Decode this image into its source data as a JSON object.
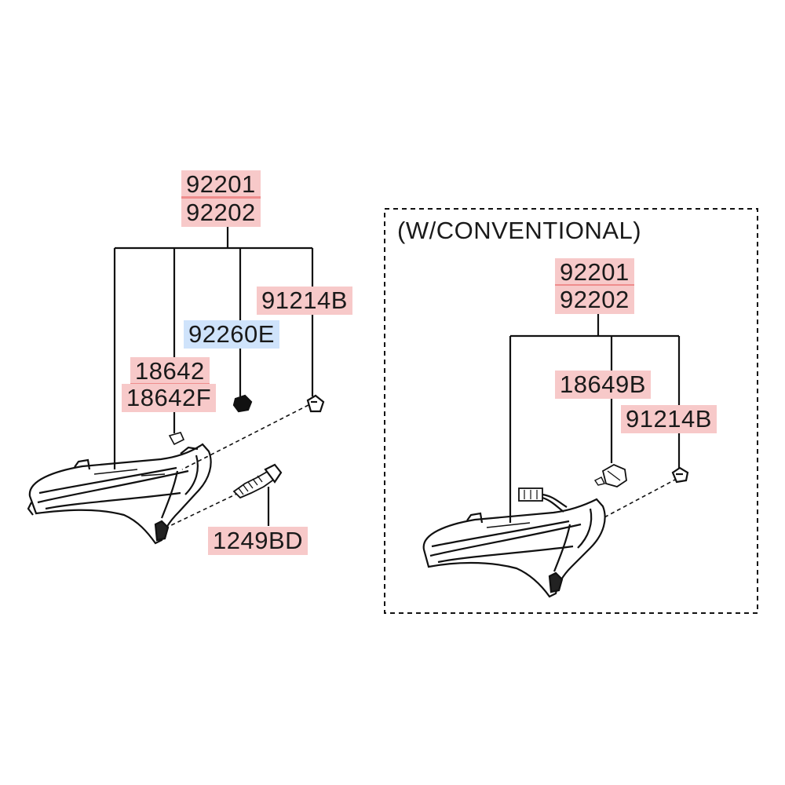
{
  "colors": {
    "part_label_bg": "#f7c9c9",
    "part_label_divider": "#ef8d8d",
    "highlighted_label_bg": "#cfe3fb",
    "line": "#111111"
  },
  "left_assembly": {
    "labels": {
      "main_a": "92201",
      "main_b": "92202",
      "screw_cap": "91214B",
      "bulb": "92260E",
      "socket_a": "18642",
      "socket_b": "18642F",
      "bolt": "1249BD"
    }
  },
  "conventional_assembly": {
    "title": "(W/CONVENTIONAL)",
    "labels": {
      "main_a": "92201",
      "main_b": "92202",
      "socket": "18649B",
      "screw_cap": "91214B"
    }
  }
}
